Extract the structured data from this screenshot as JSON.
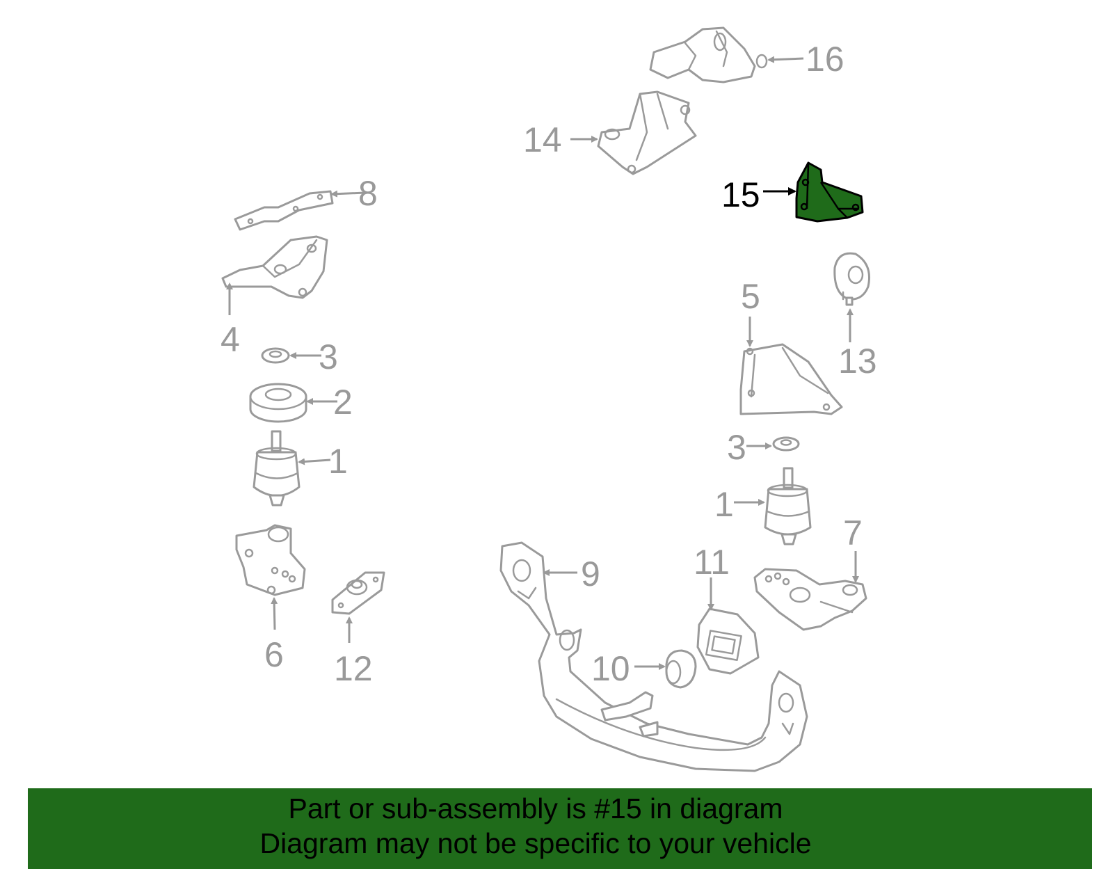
{
  "diagram": {
    "highlight_color": "#1f6b1a",
    "callout_color": "#999999",
    "highlight_text_color": "#000000",
    "callouts": {
      "c16": "16",
      "c14": "14",
      "c15": "15",
      "c8": "8",
      "c4": "4",
      "c3_left": "3",
      "c2": "2",
      "c1_left": "1",
      "c6": "6",
      "c12": "12",
      "c5": "5",
      "c13": "13",
      "c3_right": "3",
      "c1_right": "1",
      "c7": "7",
      "c9": "9",
      "c11": "11",
      "c10": "10"
    },
    "highlighted_part": "15"
  },
  "banner": {
    "line1": "Part or sub-assembly is #15 in diagram",
    "line2": "Diagram may not be specific to your vehicle"
  }
}
